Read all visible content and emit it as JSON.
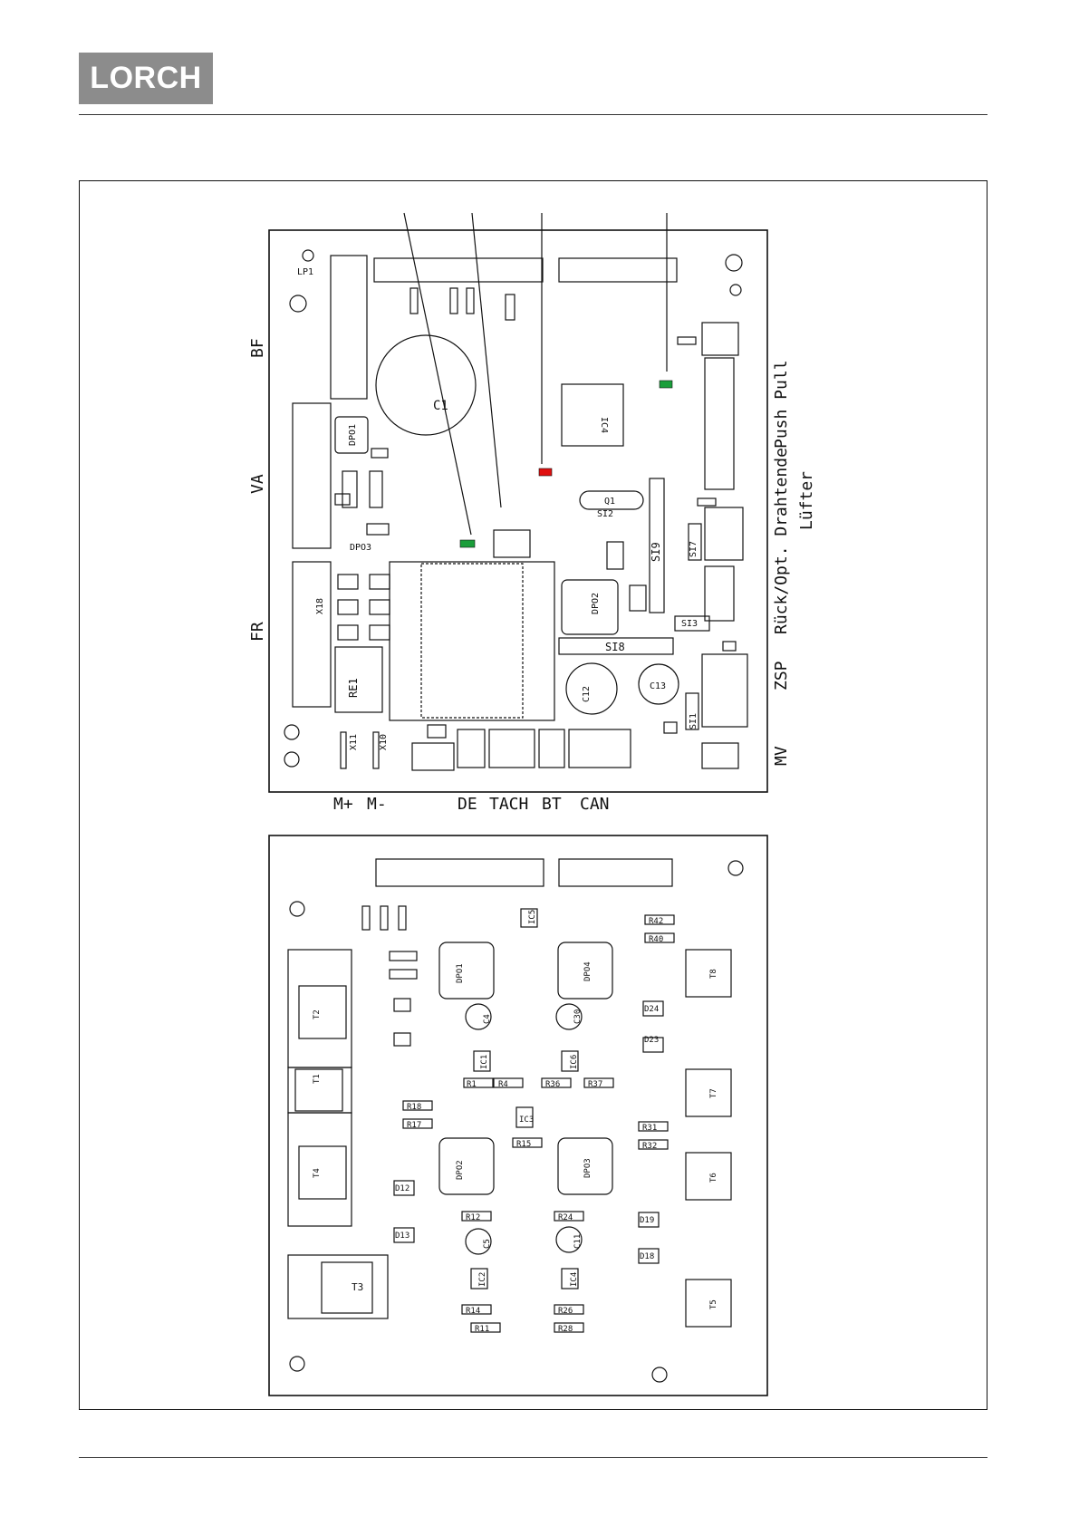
{
  "header": {
    "logo_text": "LORCH"
  },
  "top_board": {
    "side_labels": [
      "BF",
      "VA",
      "FR"
    ],
    "bottom_labels": [
      "M+",
      "M-",
      "DE",
      "TACH",
      "BT",
      "CAN"
    ],
    "right_labels": [
      "Push Pull",
      "Rück/Opt. Drahtende",
      "Lüfter",
      "ZSP",
      "MV"
    ],
    "connectors": [
      "LP1",
      "X18",
      "X11",
      "X10",
      "C1",
      "C12",
      "C13",
      "RE1",
      "IC4",
      "DPO1",
      "DPO2",
      "DPO3",
      "SI8",
      "SI9",
      "SI3",
      "SI7",
      "SI2",
      "SI1",
      "Q1"
    ],
    "colors": {
      "led_green": "#1a9e3a",
      "led_red": "#e01010"
    }
  },
  "bottom_board": {
    "components": [
      "T1",
      "T2",
      "T3",
      "T4",
      "T5",
      "T6",
      "T7",
      "T8",
      "DPO1",
      "DPO2",
      "DPO3",
      "DPO4",
      "IC1",
      "IC2",
      "IC3",
      "IC4",
      "IC5",
      "IC6",
      "C4",
      "C5",
      "C11",
      "C30",
      "R1",
      "R4",
      "R36",
      "R37",
      "R42",
      "R40",
      "R31",
      "R32",
      "R15",
      "R12",
      "R24",
      "R14",
      "R26",
      "R11",
      "R28",
      "R18",
      "R17",
      "D12",
      "D13",
      "D23",
      "D24",
      "D18",
      "D19"
    ]
  }
}
